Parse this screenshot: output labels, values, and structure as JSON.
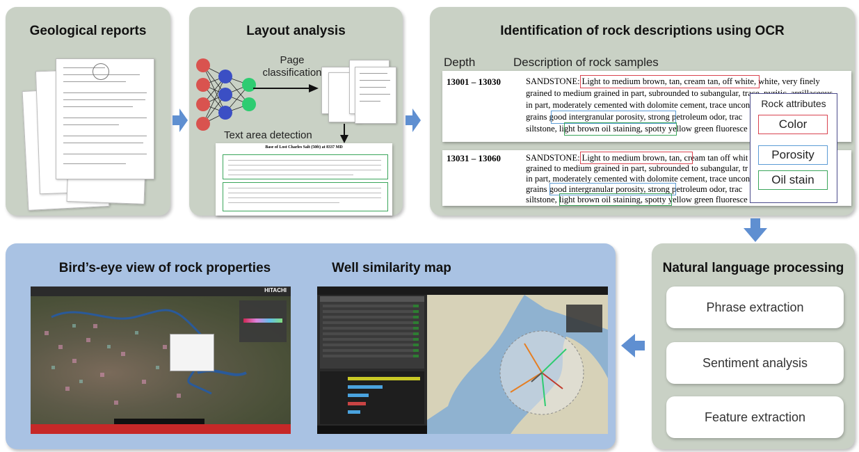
{
  "panels": {
    "geological": {
      "title": "Geological reports"
    },
    "layout": {
      "title": "Layout analysis",
      "page_classification": "Page\nclassification",
      "text_area_detection": "Text area detection",
      "doc_header": "Base of Lost Charles Salt (50ft) at 8337 MD"
    },
    "ocr": {
      "title": "Identification of rock descriptions using OCR",
      "col_depth": "Depth",
      "col_description": "Description of rock samples",
      "rows": [
        {
          "depth": "13001 – 13030",
          "lines": [
            "SANDSTONE: Light to medium brown, tan, cream tan, off white, white, very finely",
            "grained to medium grained in part, subrounded to subangular, trace, pyritic, argillaceous",
            "in part, moderately cemented with dolomite cement, trace uncon",
            "grains good intergranular porosity, strong petroleum odor, trac",
            "siltstone, light brown oil staining, spotty yellow green fluoresce"
          ]
        },
        {
          "depth": "13031 – 13060",
          "lines": [
            "SANDSTONE: Light to medium brown, tan, cream tan off whit",
            "grained to medium grained in part, subrounded to subangular, tr",
            "in part, moderately cemented with dolomite cement, trace uncon",
            "grains good intergranular porosity, strong petroleum odor, trac",
            "siltstone, light brown oil staining, spotty yellow green fluoresce"
          ]
        }
      ],
      "attributes": {
        "title": "Rock attributes",
        "items": [
          "Color",
          "Porosity",
          "Oil stain"
        ],
        "colors": [
          "#d9434f",
          "#5b9bd5",
          "#3aa55a"
        ]
      }
    },
    "nlp": {
      "title": "Natural language processing",
      "items": [
        "Phrase extraction",
        "Sentiment analysis",
        "Feature extraction"
      ]
    },
    "birds_eye": {
      "title": "Bird’s-eye view of rock properties",
      "brand": "HITACHI"
    },
    "well_similarity": {
      "title": "Well similarity map"
    }
  },
  "colors": {
    "panel_gray": "#c9d1c5",
    "panel_blue": "#a9c2e3",
    "arrow": "#5f8fd1",
    "node_red": "#d9534f",
    "node_blue": "#3b4fc4",
    "node_green": "#2ecc71"
  }
}
